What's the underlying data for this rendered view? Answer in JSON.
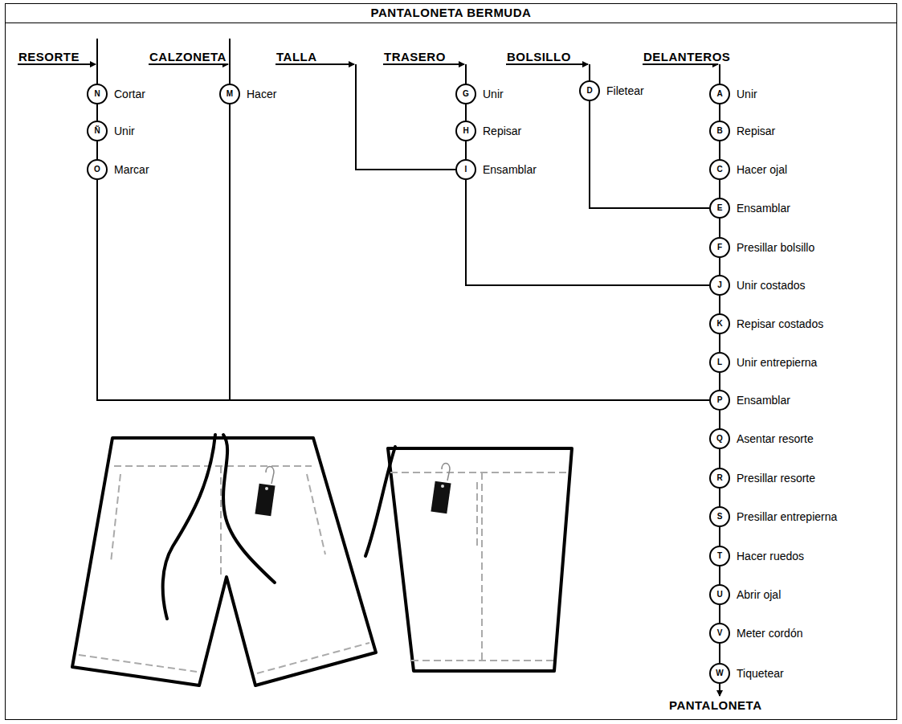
{
  "diagram": {
    "title": "PANTALONETA BERMUDA",
    "nodes": [
      {
        "text": [
          "N",
          "Cortar"
        ]
      },
      {
        "text": [
          "Ñ",
          "Unir"
        ]
      },
      {
        "text": [
          "O",
          "Marcar"
        ]
      },
      {
        "text": [
          "M",
          "Hacer"
        ]
      },
      {
        "text": [
          "G",
          "Unir"
        ]
      },
      {
        "text": [
          "H",
          "Repisar"
        ]
      },
      {
        "text": [
          "I",
          "Ensamblar"
        ]
      },
      {
        "text": [
          "D",
          "Filetear"
        ]
      },
      {
        "text": [
          "A",
          "Unir"
        ]
      },
      {
        "text": [
          "B",
          "Repisar"
        ]
      },
      {
        "text": [
          "C",
          "Hacer ojal"
        ]
      },
      {
        "text": [
          "E",
          "Ensamblar"
        ]
      },
      {
        "text": [
          "F",
          "Presillar bolsillo"
        ]
      },
      {
        "text": [
          "J",
          "Unir costados"
        ]
      },
      {
        "text": [
          "K",
          "Repisar costados"
        ]
      },
      {
        "text": [
          "L",
          "Unir entrepierna"
        ]
      },
      {
        "text": [
          "P",
          "Ensamblar"
        ]
      },
      {
        "text": [
          "Q",
          "Asentar resorte"
        ]
      },
      {
        "text": [
          "R",
          "Presillar resorte"
        ]
      },
      {
        "text": [
          "S",
          "Presillar entrepierna"
        ]
      },
      {
        "text": [
          "T",
          "Hacer ruedos"
        ]
      },
      {
        "text": [
          "U",
          "Abrir ojal"
        ]
      },
      {
        "text": [
          "V",
          "Meter cordón"
        ]
      },
      {
        "text": [
          "W",
          "Tiquetear"
        ]
      }
    ],
    "edges": [
      {
        "from": 0,
        "to": 1,
        "arrow": "none"
      },
      {
        "from": 1,
        "to": 2,
        "arrow": "none"
      },
      {
        "from": 2,
        "to": 16,
        "arrow": "none"
      },
      {
        "from": 3,
        "to": 16,
        "arrow": "none"
      },
      {
        "from": 4,
        "to": 5,
        "arrow": "none"
      },
      {
        "from": 5,
        "to": 6,
        "arrow": "none"
      },
      {
        "from": 6,
        "to": 13,
        "arrow": "none"
      },
      {
        "from": 7,
        "to": 11,
        "arrow": "none"
      },
      {
        "from": 8,
        "to": 9,
        "arrow": "none"
      },
      {
        "from": 9,
        "to": 10,
        "arrow": "none"
      },
      {
        "from": 10,
        "to": 11,
        "arrow": "none"
      },
      {
        "from": 11,
        "to": 12,
        "arrow": "none"
      },
      {
        "from": 12,
        "to": 13,
        "arrow": "none"
      },
      {
        "from": 13,
        "to": 14,
        "arrow": "none"
      },
      {
        "from": 14,
        "to": 15,
        "arrow": "none"
      },
      {
        "from": 15,
        "to": 16,
        "arrow": "none"
      },
      {
        "from": 16,
        "to": 17,
        "arrow": "none"
      },
      {
        "from": 17,
        "to": 18,
        "arrow": "none"
      },
      {
        "from": 18,
        "to": 19,
        "arrow": "none"
      },
      {
        "from": 19,
        "to": 20,
        "arrow": "none"
      },
      {
        "from": 20,
        "to": 21,
        "arrow": "none"
      },
      {
        "from": 21,
        "to": 22,
        "arrow": "none"
      },
      {
        "from": 22,
        "to": 23,
        "arrow": "none"
      }
    ],
    "labels": [
      "RESORTE",
      "CALZONETA",
      "TALLA",
      "TRASERO",
      "BOLSILLO",
      "DELANTEROS",
      "PANTALONETA"
    ]
  }
}
